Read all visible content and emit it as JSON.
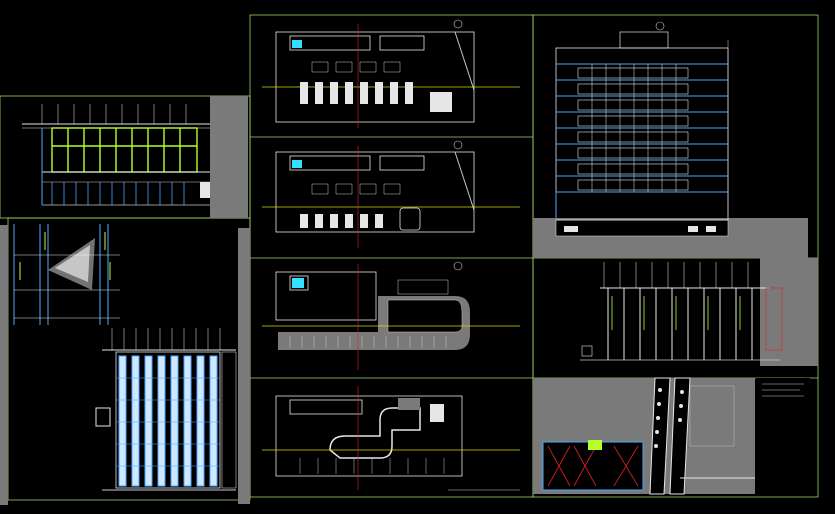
{
  "colors": {
    "background": "#000000",
    "sheet_border": "#c8c8c8",
    "frame_green": "#9fd36a",
    "wall_white": "#e6e6e6",
    "axis_yellow": "#d8d800",
    "axis_red": "#e02020",
    "window_blue": "#4aa8ff",
    "accent_cyan": "#33e0ff",
    "highlight_green": "#b6ff2a",
    "gray_fill": "#7a7a7a",
    "dark_gray": "#555555"
  },
  "sheets": [
    {
      "id": "partial-elevation-green"
    },
    {
      "id": "facade-detail-section"
    },
    {
      "id": "glass-curtain-elevation"
    },
    {
      "id": "floor-plan-1"
    },
    {
      "id": "floor-plan-2"
    },
    {
      "id": "floor-plan-3"
    },
    {
      "id": "floor-plan-4"
    },
    {
      "id": "main-elevation"
    },
    {
      "id": "cross-section"
    },
    {
      "id": "site-plan"
    }
  ]
}
